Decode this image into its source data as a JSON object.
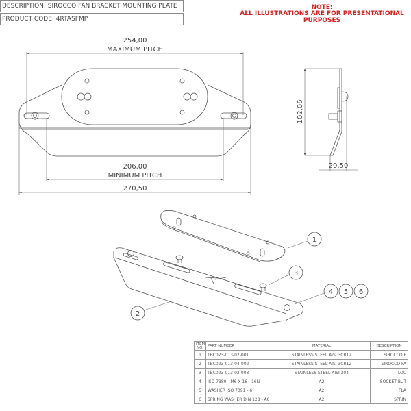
{
  "header": {
    "description": "DESCRIPTION: SIROCCO FAN BRACKET MOUNTING PLATE",
    "product_code": "PRODUCT CODE: 4RTASFMP",
    "note_title": "NOTE:",
    "note_text": "ALL ILLUSTRATIONS ARE FOR PRESENTATIONAL PURPOSES"
  },
  "dimensions": {
    "max_pitch_value": "254,00",
    "max_pitch_label": "MAXIMUM PITCH",
    "min_pitch_value": "206,00",
    "min_pitch_label": "MINIMUM PITCH",
    "overall_width": "270,50",
    "height": "102,06",
    "depth": "20,50"
  },
  "balloons": [
    "1",
    "2",
    "3",
    "4",
    "5",
    "6"
  ],
  "parts_table": {
    "headers": [
      "ITEM NO.",
      "PART NUMBER",
      "MATERIAL",
      "DESCRIPTION"
    ],
    "rows": [
      {
        "item": "1",
        "part": "TBC023-013-02-001",
        "material": "STAINLESS STEEL AISI 3CR12",
        "desc": "SIROCCO F"
      },
      {
        "item": "2",
        "part": "TBC023-013-04-002",
        "material": "STAINLESS STEEL AISI 3CR12",
        "desc": "SIROCCO FA"
      },
      {
        "item": "3",
        "part": "TBC023-013-02-003",
        "material": "STAINLESS STEEL AISI 304",
        "desc": "LOC"
      },
      {
        "item": "4",
        "part": "ISO 7380 - M6 X 16 - 16N",
        "material": "A2",
        "desc": "SOCKET BUT"
      },
      {
        "item": "5",
        "part": "WASHER ISO 7091 - 6",
        "material": "A2",
        "desc": "FLA"
      },
      {
        "item": "6",
        "part": "SPRING WASHER DIN 128 - A6",
        "material": "A2",
        "desc": "SPRIN"
      }
    ]
  },
  "colors": {
    "note": "#d42020",
    "lines": "#555555"
  }
}
